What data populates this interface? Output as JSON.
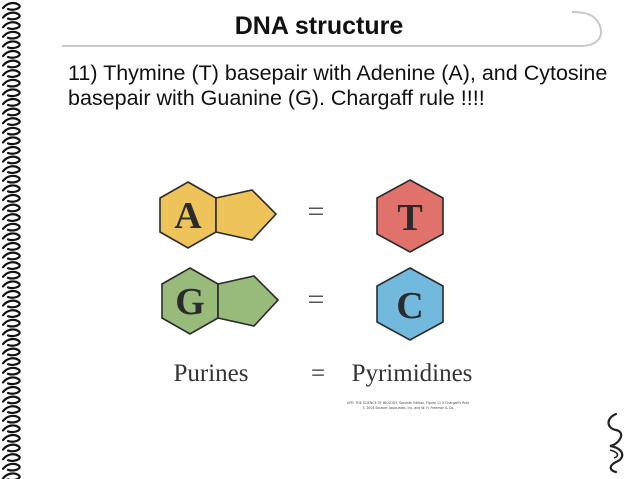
{
  "slide": {
    "title": "DNA structure",
    "body": "11) Thymine (T) basepair with Adenine (A), and Cytosine basepair with Guanine (G). Chargaff rule !!!!"
  },
  "figure": {
    "pairs": [
      {
        "purine": "A",
        "equals": "=",
        "pyrimidine": "T"
      },
      {
        "purine": "G",
        "equals": "=",
        "pyrimidine": "C"
      }
    ],
    "labels": {
      "left": "Purines",
      "equals": "=",
      "right": "Pyrimidines"
    },
    "credit_line1": "LIFE: THE SCIENCE OF BIOLOGY, Seventh Edition, Figure 11.5 Chargaff's Rule",
    "credit_line2": "© 2004 Sinauer Associates, Inc. and W. H. Freeman & Co.",
    "colors": {
      "adenine": "#eec45a",
      "thymine": "#e0716b",
      "guanine": "#98bb7c",
      "cytosine": "#72b9de",
      "outline": "#2a2a2a"
    }
  }
}
